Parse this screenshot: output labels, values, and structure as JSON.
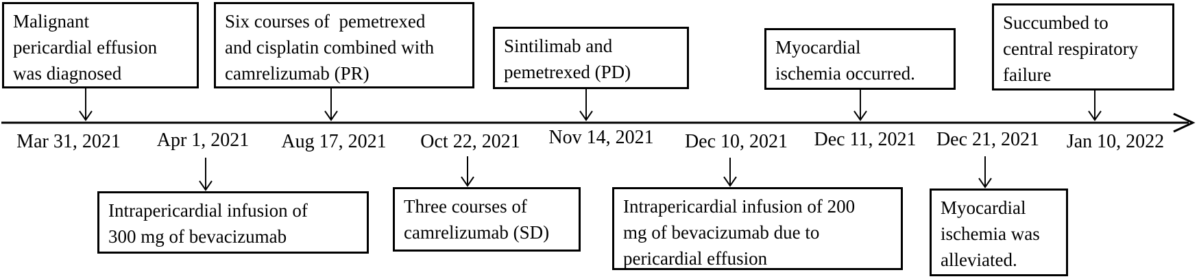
{
  "figure": {
    "kind": "patient-treatment-timeline",
    "axis_direction": "left-to-right",
    "colors": {
      "line": "#000000",
      "box_border": "#000000",
      "text": "#000000",
      "background": "#ffffff"
    }
  },
  "dates": [
    {
      "label": "Mar 31, 2021"
    },
    {
      "label": "Apr 1, 2021"
    },
    {
      "label": "Aug 17, 2021"
    },
    {
      "label": "Oct 22, 2021"
    },
    {
      "label": "Nov 14, 2021"
    },
    {
      "label": "Dec 10, 2021"
    },
    {
      "label": "Dec 11, 2021"
    },
    {
      "label": "Dec 21, 2021"
    },
    {
      "label": "Jan 10, 2022"
    }
  ],
  "events_above_line": [
    {
      "date": "Mar 31, 2021",
      "text": "Malignant\npericardial effusion\nwas diagnosed"
    },
    {
      "date": "Aug 17, 2021",
      "text": "Six courses of  pemetrexed\nand cisplatin combined with\ncamrelizumab (PR)"
    },
    {
      "date": "Nov 14, 2021",
      "text": "Sintilimab and\npemetrexed (PD)"
    },
    {
      "date": "Dec 11, 2021",
      "text": "Myocardial\nischemia occurred."
    },
    {
      "date": "Jan 10, 2022",
      "text": "Succumbed to\ncentral respiratory\nfailure"
    }
  ],
  "events_below_line": [
    {
      "date": "Apr 1, 2021",
      "text": "Intrapericardial infusion of\n300 mg of bevacizumab"
    },
    {
      "date": "Oct 22, 2021",
      "text": "Three courses of\ncamrelizumab (SD)"
    },
    {
      "date": "Dec 10, 2021",
      "text": "Intrapericardial infusion of 200\nmg of bevacizumab due to\npericardial effusion"
    },
    {
      "date": "Dec 21, 2021",
      "text": "Myocardial\nischemia was\nalleviated."
    }
  ]
}
